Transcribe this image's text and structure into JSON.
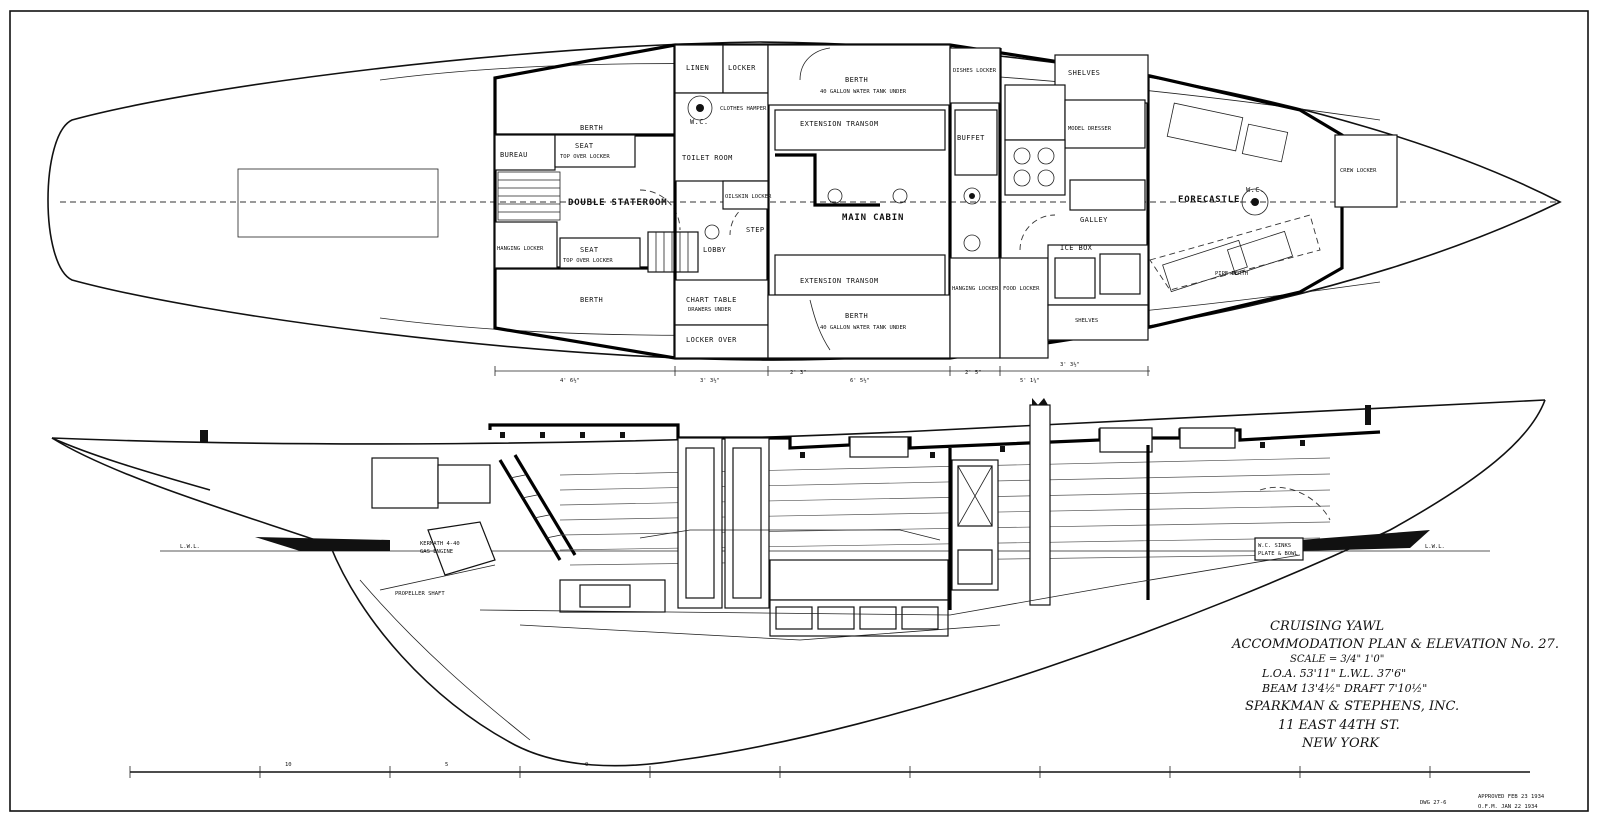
{
  "title_block": {
    "line1": "CRUISING YAWL",
    "line2": "ACCOMMODATION PLAN & ELEVATION No. 27.",
    "line3": "SCALE = 3/4\" 1'0\"",
    "line4": "L.O.A. 53'11\"   L.W.L. 37'6\"",
    "line5": "BEAM 13'4½\"   DRAFT 7'10½\"",
    "line6": "SPARKMAN & STEPHENS, INC.",
    "line7": "11 EAST 44TH ST.",
    "line8": "NEW YORK"
  },
  "drawing_number": "DWG 27-6",
  "revisions": {
    "line1": "APPROVED FEB 23 1934",
    "line2": "O.F.M. JAN 22 1934"
  },
  "plan_labels": {
    "berth_port_aft": "BERTH",
    "berth_stbd_aft": "BERTH",
    "bureau": "BUREAU",
    "seat_top": "SEAT",
    "seat_top_sub": "TOP OVER LOCKER",
    "seat_bottom": "SEAT",
    "seat_bottom_sub": "TOP OVER LOCKER",
    "hanging_locker": "HANGING LOCKER",
    "double_stateroom": "DOUBLE STATEROOM",
    "linen": "LINEN",
    "locker_top": "LOCKER",
    "wc_aft": "W.C.",
    "clothes_hamper": "CLOTHES HAMPER",
    "toilet_room": "TOILET ROOM",
    "oilskin_locker": "OILSKIN LOCKER",
    "lobby": "LOBBY",
    "step": "STEP",
    "chart_table": "CHART TABLE",
    "chart_table_sub": "DRAWERS UNDER",
    "locker_over": "LOCKER OVER",
    "berth_main_top": "BERTH",
    "berth_main_top_sub": "40 GALLON WATER TANK UNDER",
    "extension_transom_top": "EXTENSION   TRANSOM",
    "main_cabin": "MAIN CABIN",
    "extension_transom_bottom": "EXTENSION   TRANSOM",
    "berth_main_bottom": "BERTH",
    "berth_main_bottom_sub": "40 GALLON WATER TANK UNDER",
    "dishes_locker": "DISHES LOCKER",
    "buffet": "BUFFET",
    "hanging_locker_2": "HANGING LOCKER",
    "food_locker": "FOOD LOCKER",
    "shelves": "SHELVES",
    "model_dresser": "MODEL DRESSER",
    "galley": "GALLEY",
    "ice_box": "ICE BOX",
    "shelves_2": "SHELVES",
    "forecastle": "FORECASTLE",
    "wc_fwd": "W.C.",
    "crew_locker": "CREW LOCKER",
    "pipe_berth": "PIPE BERTH"
  },
  "plan_dimensions": [
    "4' 6½\"",
    "3' 3½\"",
    "2' 3\"",
    "6' 5½\"",
    "2' 5\"",
    "5' 1¼\"",
    "3' 3½\""
  ],
  "elevation_labels": {
    "lwl_left": "L.W.L.",
    "lwl_right": "L.W.L.",
    "engine": "KERMATH 4-40",
    "engine_sub": "GAS ENGINE",
    "shaft": "PROPELLER SHAFT",
    "wc_elev": "W.C. SINKS",
    "wc_elev_sub": "PLATE & BOWL"
  },
  "scale_ticks": [
    "10",
    "5",
    "0"
  ]
}
